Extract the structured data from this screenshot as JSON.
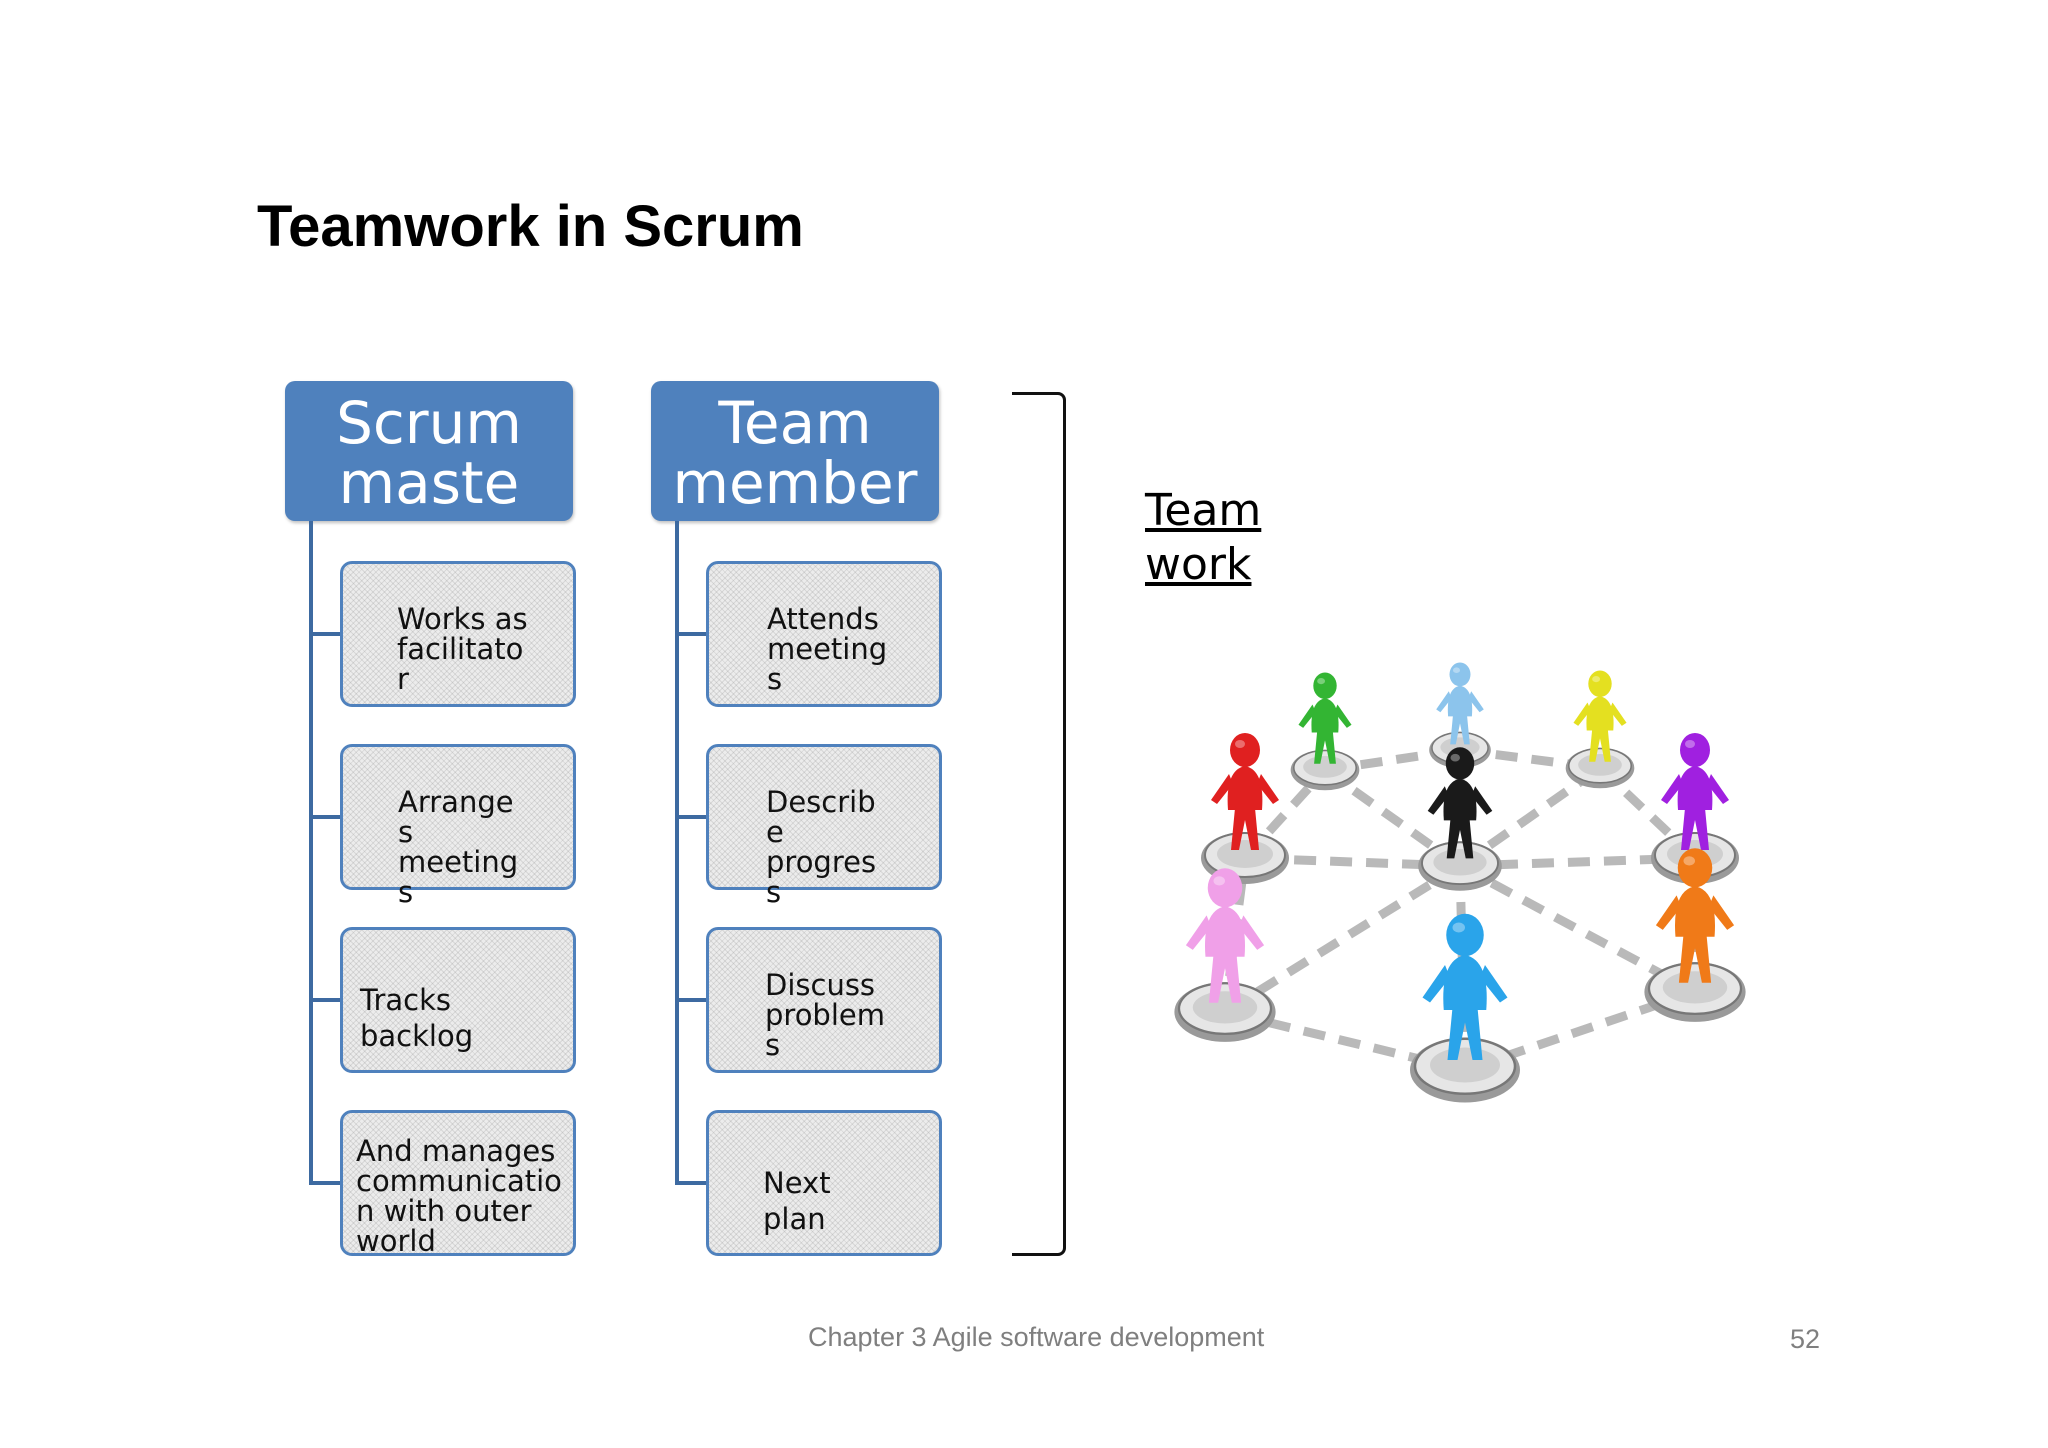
{
  "slide": {
    "title": "Teamwork in Scrum",
    "footer": "Chapter 3 Agile software development",
    "page_number": "52"
  },
  "scrum_master": {
    "header": "Scrum\nmaste",
    "items": [
      "Works as\nfacilitato\nr",
      "Arrange\ns\nmeeting\ns",
      "Tracks\nbacklog",
      "And  manages\ncommunicatio\nn   with   outer\nworld"
    ]
  },
  "team_member": {
    "header": "Team\nmember",
    "items": [
      "Attends\nmeeting\ns",
      "Describ\ne\nprogres\ns",
      "Discuss\nproblem\ns",
      "Next\nplan"
    ]
  },
  "bracket_label": "Team\nwork",
  "colors": {
    "header_fill": "#4f81bd",
    "item_border": "#4f81bd",
    "tree_line": "#3d6aa1"
  },
  "illustration": {
    "figure_colors": [
      "#e02020",
      "#33b533",
      "#8cc4ec",
      "#e4e020",
      "#a020e0",
      "#f0a0e8",
      "#1a1a1a",
      "#2aa4ea",
      "#f07a18"
    ]
  }
}
